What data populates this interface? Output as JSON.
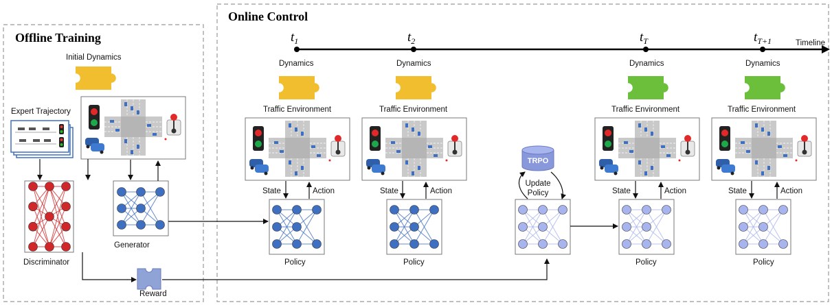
{
  "offline": {
    "title": "Offline Training",
    "initial_dynamics": "Initial Dynamics",
    "expert_trajectory": "Expert Trajectory",
    "discriminator": "Discriminator",
    "generator": "Generator",
    "reward": "Reward"
  },
  "online": {
    "title": "Online Control",
    "timeline": "Timeline",
    "stages": [
      {
        "t": "t",
        "sub": "1",
        "dynamics": "Dynamics",
        "env": "Traffic Environment",
        "state": "State",
        "action": "Action",
        "policy": "Policy"
      },
      {
        "t": "t",
        "sub": "2",
        "dynamics": "Dynamics",
        "env": "Traffic Environment",
        "state": "State",
        "action": "Action",
        "policy": "Policy"
      },
      {
        "t": "t",
        "sub": "T",
        "dynamics": "Dynamics",
        "env": "Traffic Environment",
        "state": "State",
        "action": "Action",
        "policy": "Policy"
      },
      {
        "t": "t",
        "sub": "T+1",
        "dynamics": "Dynamics",
        "env": "Traffic Environment",
        "state": "State",
        "action": "Action",
        "policy": "Policy"
      }
    ],
    "trpo": "TRPO",
    "update_policy_line1": "Update",
    "update_policy_line2": "Policy"
  },
  "colors": {
    "dynamics_initial": "#F0BE2E",
    "dynamics_updated": "#6BBF3A",
    "discriminator_net": "#D0282A",
    "generator_net": "#3F6FC0",
    "updated_net": "#A8B4EE",
    "reward_piece": "#8FA3D6",
    "trpo": "#8898DA"
  }
}
